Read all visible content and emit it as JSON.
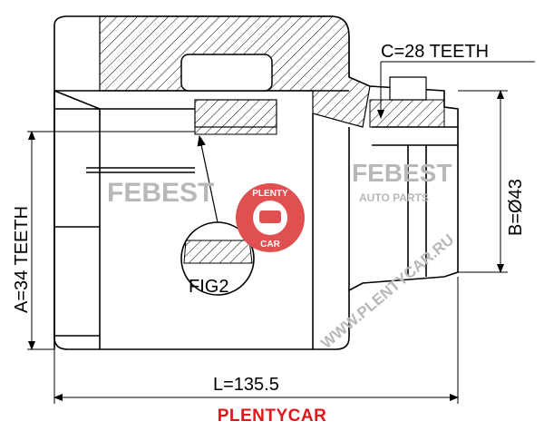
{
  "diagram": {
    "labels": {
      "c_teeth": "C=28 TEETH",
      "a_teeth": "A=34 TEETH",
      "b_diameter": "B=Ø43",
      "length": "L=135.5",
      "fig": "FIG2"
    },
    "watermarks": {
      "febest": "FEBEST",
      "auto_parts": "AUTO PARTS",
      "site": "WWW.PLENTYCAR.RU"
    },
    "logo": {
      "top_text": "PLENTY",
      "bottom_text": "CAR",
      "color": "#e05050"
    },
    "brand_caption": "PLENTYCAR",
    "brand_color": "#e0161b"
  }
}
